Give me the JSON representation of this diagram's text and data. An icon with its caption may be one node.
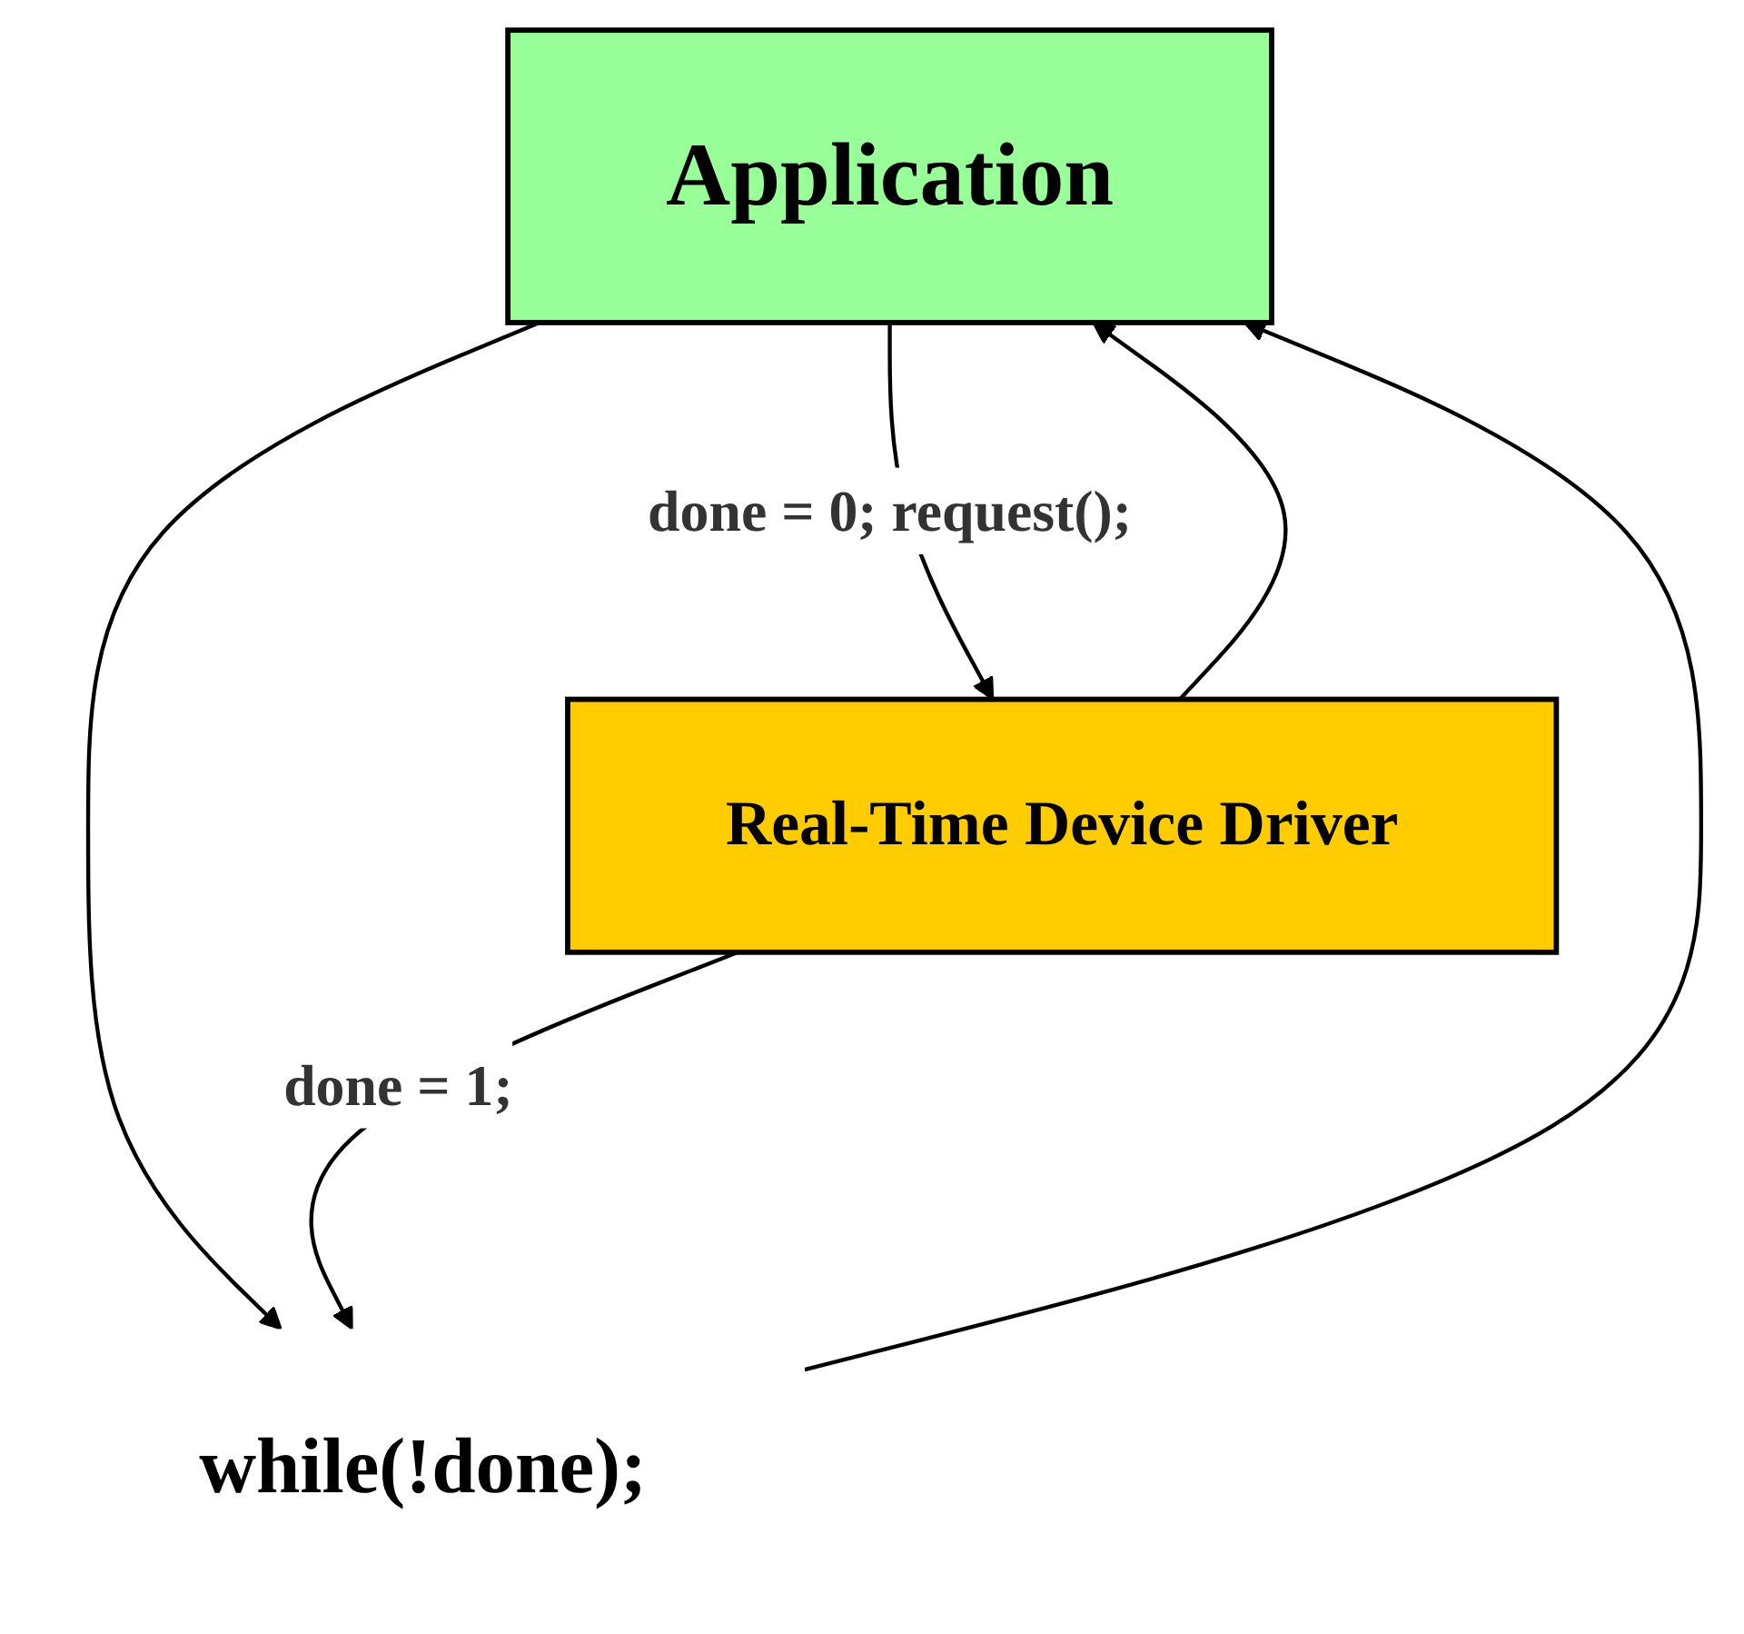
{
  "diagram": {
    "nodes": [
      {
        "text": [
          "Application"
        ]
      },
      {
        "text": [
          "Real-Time Device Driver"
        ]
      },
      {
        "text": [
          "while(!done);"
        ]
      }
    ],
    "edges": [
      {
        "from": 0,
        "to": 1,
        "arrow": "to",
        "label": "done = 0; request();"
      },
      {
        "from": 1,
        "to": 0,
        "arrow": "to"
      },
      {
        "from": 0,
        "to": 2,
        "arrow": "to"
      },
      {
        "from": 2,
        "to": 0,
        "arrow": "to"
      },
      {
        "from": 1,
        "to": 2,
        "arrow": "to",
        "label": "done = 1;"
      }
    ]
  }
}
